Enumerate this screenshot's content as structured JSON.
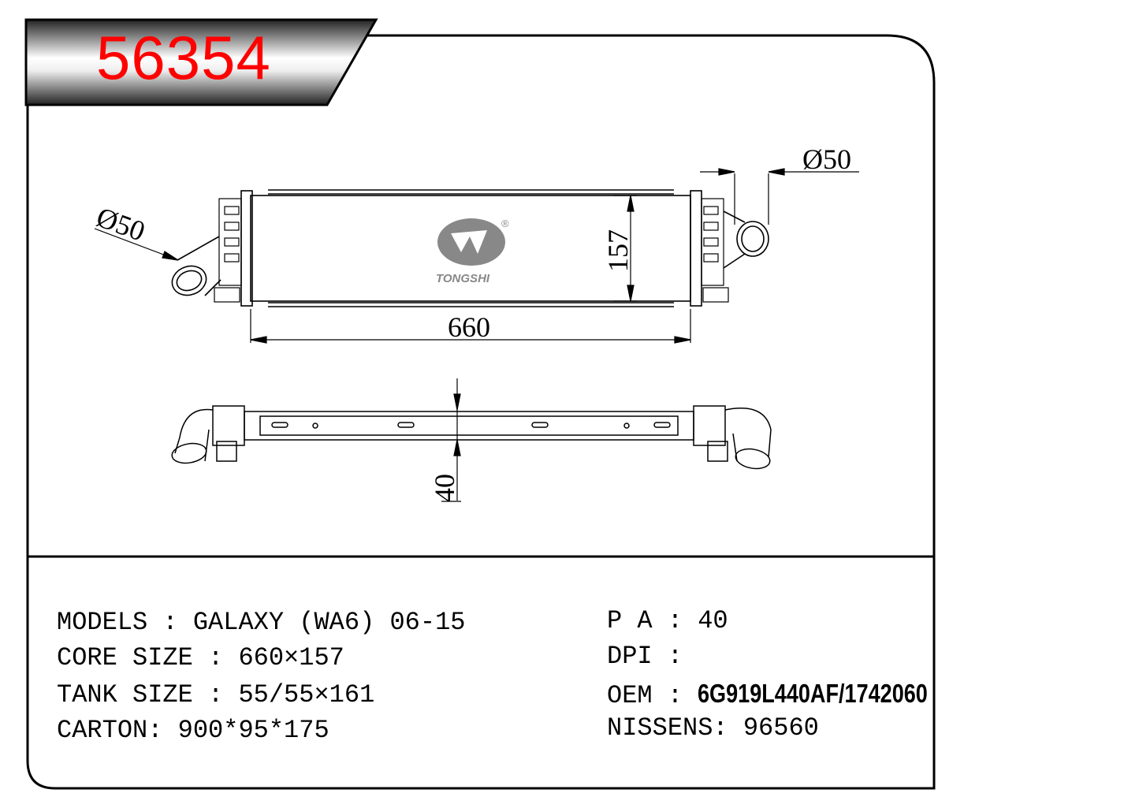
{
  "part_number": "56354",
  "dimensions": {
    "inlet_diameter": "Ø50",
    "outlet_diameter": "Ø50",
    "core_height": "157",
    "core_width": "660",
    "thickness": "40"
  },
  "logo": {
    "brand": "TONGSHI",
    "registered": "®"
  },
  "specs_left": [
    {
      "label": "MODELS : ",
      "value": "GALAXY (WA6) 06-15"
    },
    {
      "label": "CORE SIZE : ",
      "value": "660×157"
    },
    {
      "label": "TANK SIZE : ",
      "value": "55/55×161"
    },
    {
      "label": "CARTON: ",
      "value": "900*95*175"
    }
  ],
  "specs_right": [
    {
      "label": "P A : ",
      "value": "40"
    },
    {
      "label": "DPI : ",
      "value": ""
    },
    {
      "label": "OEM : ",
      "value": "6G919L440AF/1742060"
    },
    {
      "label": "NISSENS: ",
      "value": "96560"
    }
  ],
  "colors": {
    "part_number": "#ff0000",
    "line": "#000000",
    "logo": "#888888"
  }
}
